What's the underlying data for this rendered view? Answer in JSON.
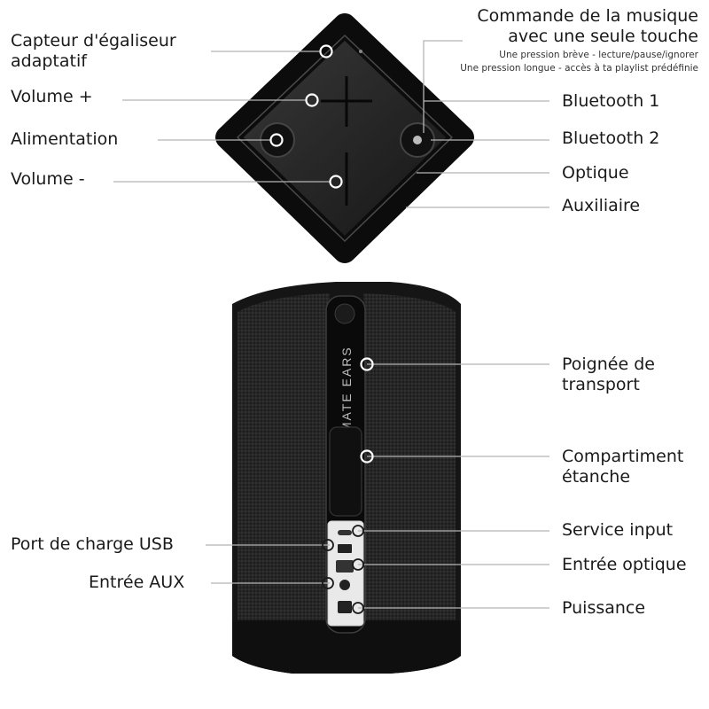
{
  "top_view": {
    "left_labels": [
      {
        "id": "eq-sensor",
        "lines": [
          "Capteur d'égaliseur",
          "adaptatif"
        ]
      },
      {
        "id": "volume-up",
        "lines": [
          "Volume +"
        ]
      },
      {
        "id": "power",
        "lines": [
          "Alimentation"
        ]
      },
      {
        "id": "volume-down",
        "lines": [
          "Volume -"
        ]
      }
    ],
    "music_control": {
      "title_lines": [
        "Commande de la musique",
        "avec une seule touche"
      ],
      "short_press": "Une pression brève - lecture/pause/ignorer",
      "long_press": "Une pression longue - accès à ta playlist prédéfinie"
    },
    "right_labels": [
      {
        "id": "bluetooth-1",
        "text": "Bluetooth 1"
      },
      {
        "id": "bluetooth-2",
        "text": "Bluetooth 2"
      },
      {
        "id": "optical",
        "text": "Optique"
      },
      {
        "id": "auxiliary",
        "text": "Auxiliaire"
      }
    ]
  },
  "side_view": {
    "brand_text": "IMATE EARS",
    "right_labels": [
      {
        "id": "carry-handle",
        "lines": [
          "Poignée de",
          "transport"
        ]
      },
      {
        "id": "waterproof-compartment",
        "lines": [
          "Compartiment",
          "étanche"
        ]
      },
      {
        "id": "service-input",
        "lines": [
          "Service input"
        ]
      },
      {
        "id": "optical-input",
        "lines": [
          "Entrée optique"
        ]
      },
      {
        "id": "power-port",
        "lines": [
          "Puissance"
        ]
      }
    ],
    "left_labels": [
      {
        "id": "usb-charge-port",
        "lines": [
          "Port de charge USB"
        ]
      },
      {
        "id": "aux-input",
        "lines": [
          "Entrée AUX"
        ]
      }
    ]
  },
  "colors": {
    "speaker_body": "#1c1c1c",
    "speaker_fabric": "#2a2a2a",
    "leader_line": "#b5b5b5",
    "port_panel": "#e9e9e9"
  }
}
